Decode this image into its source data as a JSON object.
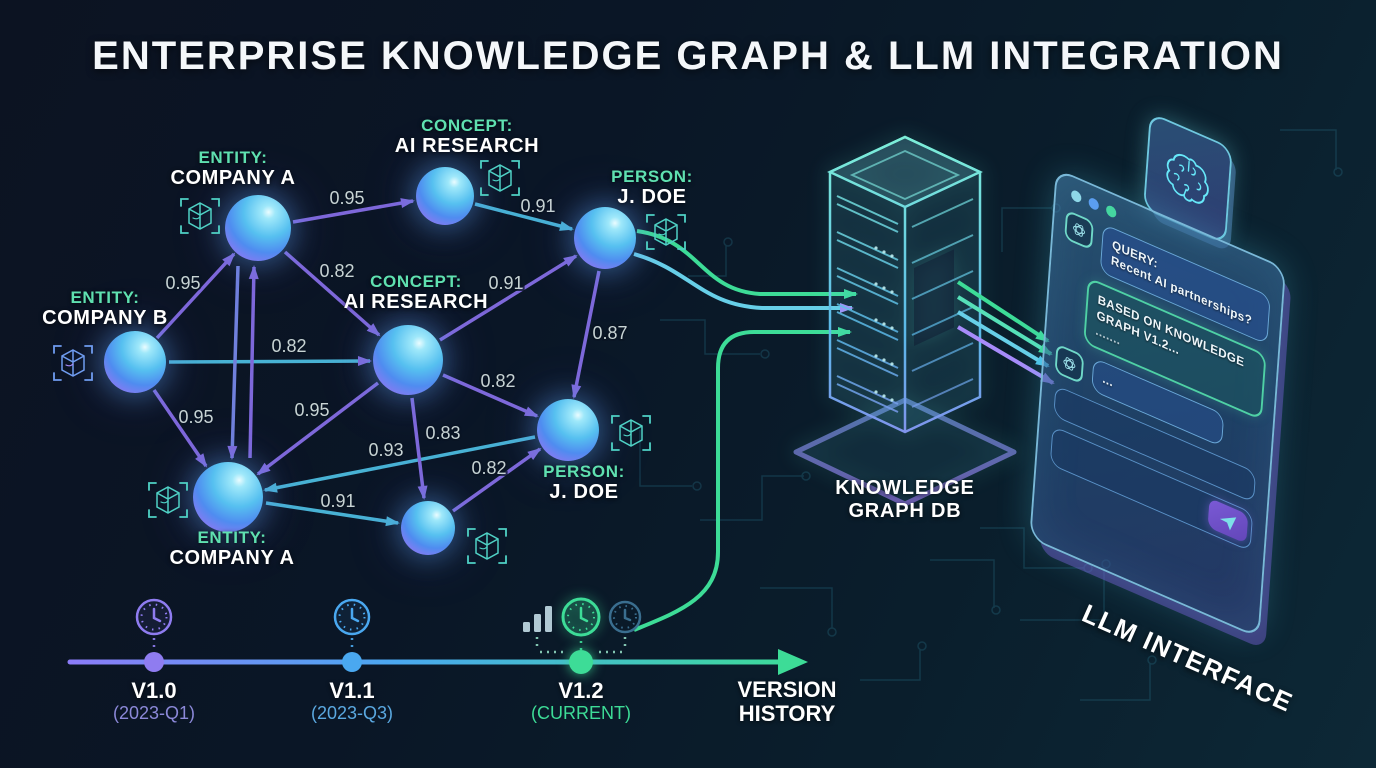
{
  "title": "ENTERPRISE KNOWLEDGE GRAPH & LLM INTEGRATION",
  "graph": {
    "nodes": [
      {
        "id": "company-a-top",
        "type_label": "ENTITY:",
        "name": "COMPANY A"
      },
      {
        "id": "company-b",
        "type_label": "ENTITY:",
        "name": "COMPANY B"
      },
      {
        "id": "ai-research-top",
        "type_label": "CONCEPT:",
        "name": "AI RESEARCH"
      },
      {
        "id": "ai-research-mid",
        "type_label": "CONCEPT:",
        "name": "AI RESEARCH"
      },
      {
        "id": "j-doe-top",
        "type_label": "PERSON:",
        "name": "J. DOE"
      },
      {
        "id": "j-doe-bottom",
        "type_label": "PERSON:",
        "name": "J. DOE"
      },
      {
        "id": "company-a-bottom",
        "type_label": "ENTITY:",
        "name": "COMPANY A"
      }
    ],
    "edges": [
      {
        "from": "company-b",
        "to": "company-a-top",
        "weight": "0.95"
      },
      {
        "from": "company-a-top",
        "to": "ai-research-top",
        "weight": "0.95"
      },
      {
        "from": "ai-research-top",
        "to": "j-doe-top",
        "weight": "0.91"
      },
      {
        "from": "company-a-top",
        "to": "ai-research-mid",
        "weight": "0.82"
      },
      {
        "from": "company-b",
        "to": "ai-research-mid",
        "weight": "0.82"
      },
      {
        "from": "ai-research-mid",
        "to": "j-doe-top",
        "weight": "0.91"
      },
      {
        "from": "j-doe-top",
        "to": "j-doe-bottom",
        "weight": "0.87"
      },
      {
        "from": "ai-research-mid",
        "to": "j-doe-bottom",
        "weight": "0.82"
      },
      {
        "from": "company-b",
        "to": "company-a-bottom",
        "weight": "0.95"
      },
      {
        "from": "ai-research-mid",
        "to": "company-a-bottom",
        "weight": "0.95"
      },
      {
        "from": "j-doe-bottom",
        "to": "company-a-bottom",
        "weight": "0.93"
      },
      {
        "from": "ai-research-mid",
        "to": "unlabeled-node",
        "weight": "0.83"
      },
      {
        "from": "unlabeled-node",
        "to": "j-doe-bottom",
        "weight": "0.82"
      },
      {
        "from": "company-a-bottom",
        "to": "unlabeled-node",
        "weight": "0.91"
      }
    ]
  },
  "database": {
    "label_line1": "KNOWLEDGE",
    "label_line2": "GRAPH DB"
  },
  "llm": {
    "label": "LLM INTERFACE",
    "chat": {
      "query_line1": "QUERY:",
      "query_line2": "Recent AI partnerships?",
      "answer_line1": "BASED ON KNOWLEDGE",
      "answer_line2": "GRAPH V1.2...",
      "answer_line3": ".......",
      "typing": "..."
    }
  },
  "timeline": {
    "milestones": [
      {
        "version": "V1.0",
        "date": "(2023-Q1)",
        "color": "#8f7cf0"
      },
      {
        "version": "V1.1",
        "date": "(2023-Q3)",
        "color": "#4aa8f0"
      },
      {
        "version": "V1.2",
        "date": "(CURRENT)",
        "color": "#3ddc97"
      }
    ],
    "axis_label_line1": "VERSION",
    "axis_label_line2": "HISTORY"
  },
  "icons": {
    "node_badge": "cube-scan-icon",
    "milestone": "clock-icon",
    "metrics": "bar-chart-icon",
    "chip": "brain-icon",
    "avatar": "ai-swirl-icon",
    "send": "send-arrow-icon"
  },
  "colors": {
    "background": "#0a1626",
    "accent_green": "#3ddc97",
    "accent_cyan": "#4fc3e8",
    "accent_purple": "#8b72ee",
    "accent_violet": "#a78bfa",
    "label_green": "#5fe0b0",
    "text_white": "#ffffff"
  }
}
